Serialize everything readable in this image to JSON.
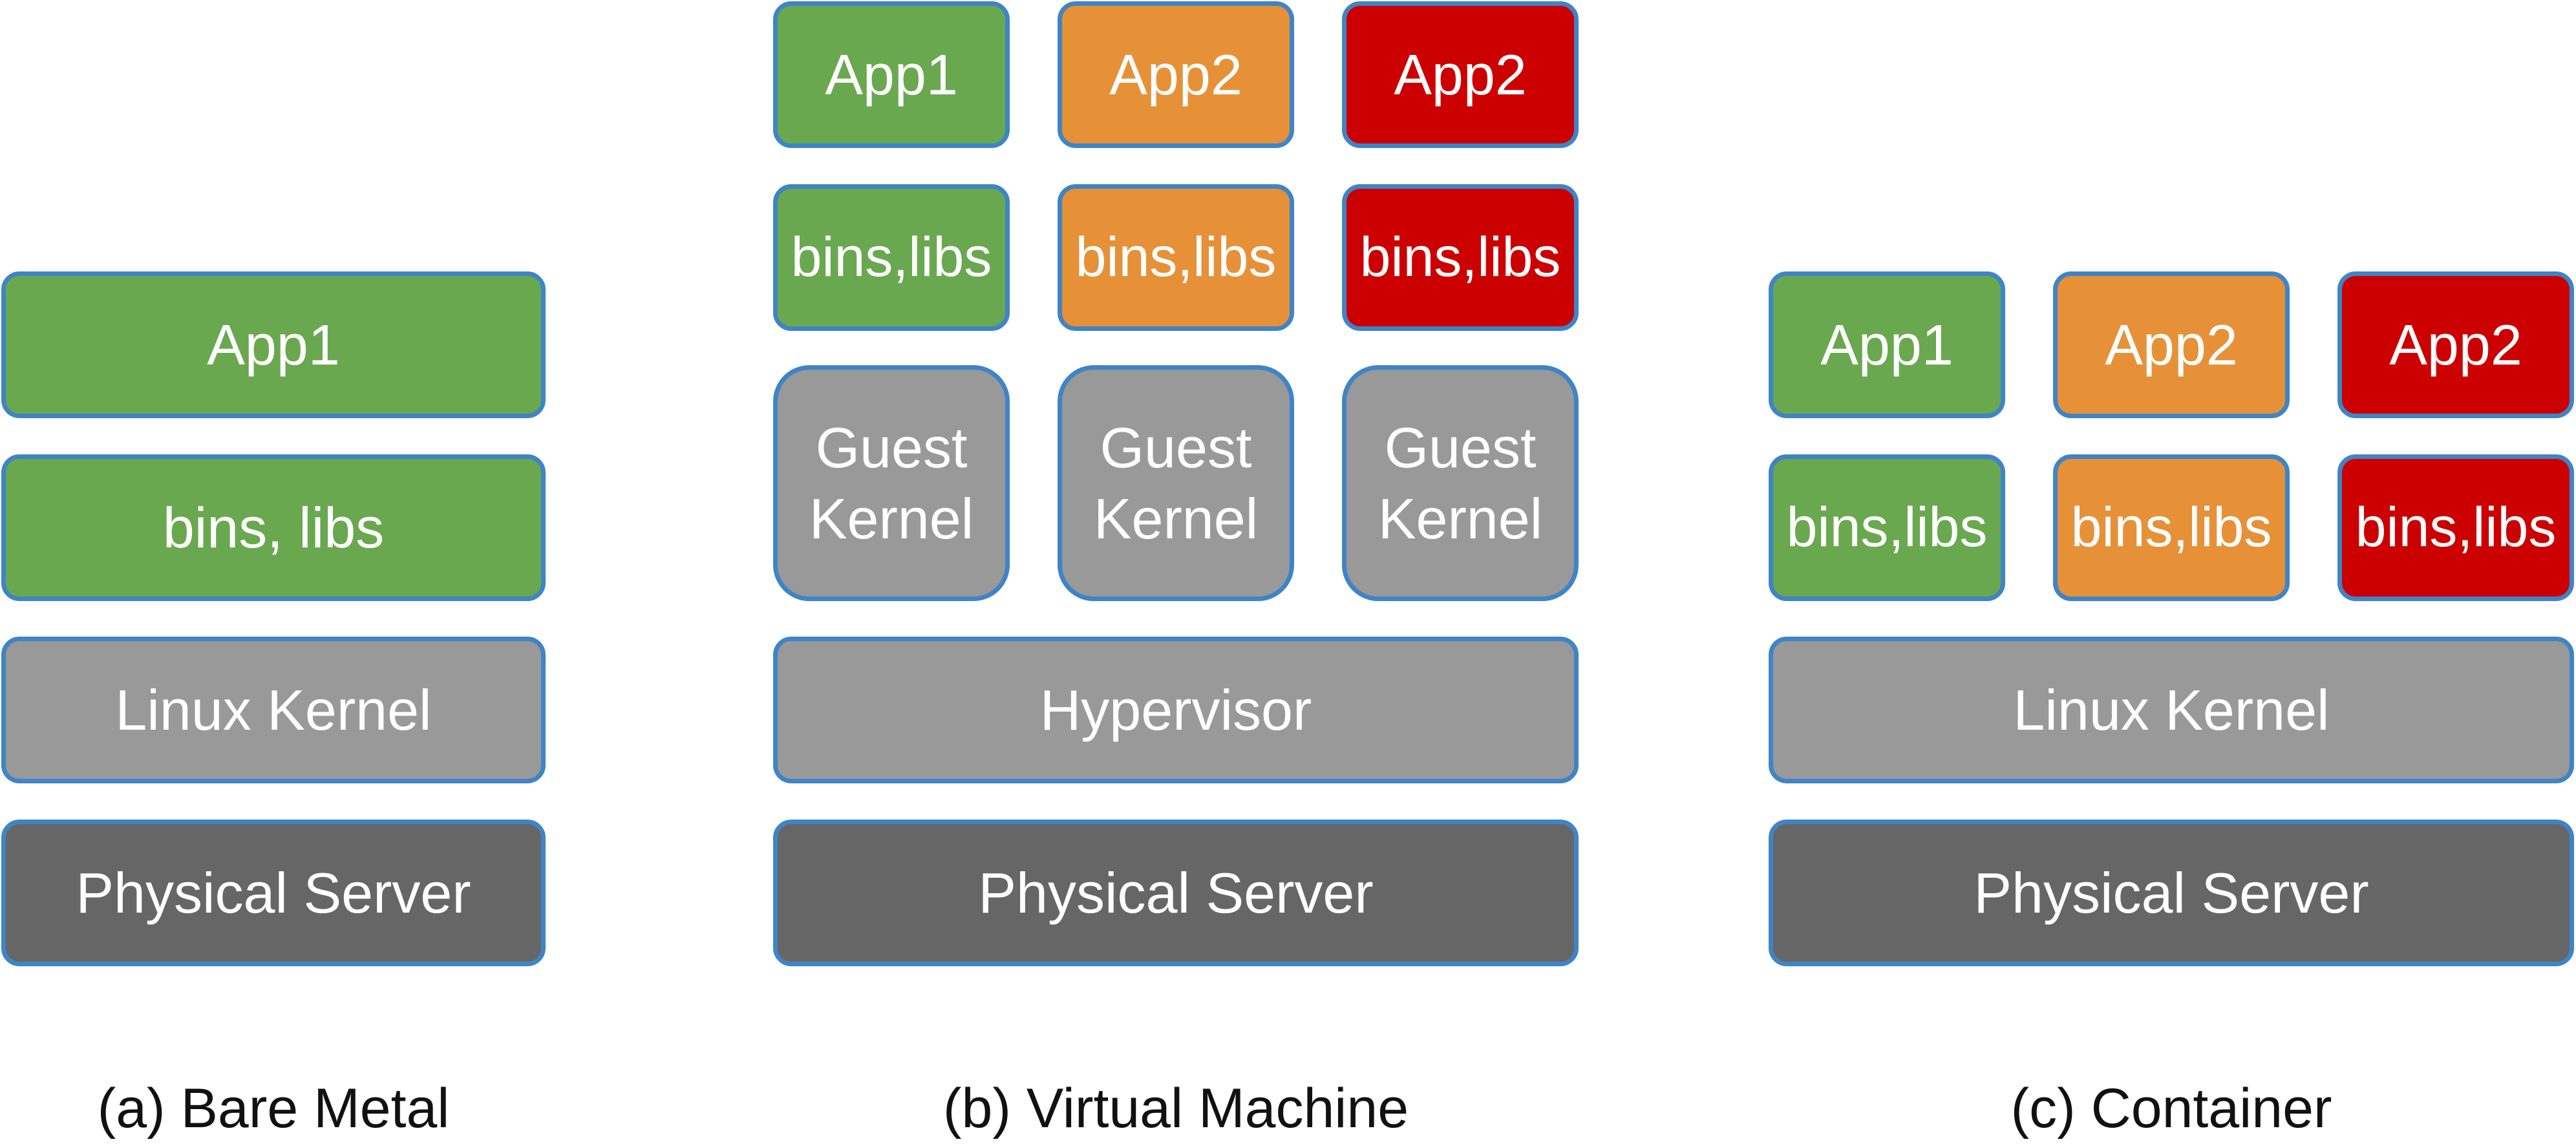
{
  "bare_metal": {
    "app": "App1",
    "libs": "bins, libs",
    "kernel": "Linux Kernel",
    "server": "Physical Server",
    "caption": "(a) Bare Metal"
  },
  "virtual_machine": {
    "apps": [
      "App1",
      "App2",
      "App2"
    ],
    "libs": [
      "bins,libs",
      "bins,libs",
      "bins,libs"
    ],
    "guest_kernels": [
      "Guest\nKernel",
      "Guest\nKernel",
      "Guest\nKernel"
    ],
    "hypervisor": "Hypervisor",
    "server": "Physical Server",
    "caption": "(b) Virtual Machine"
  },
  "container": {
    "apps": [
      "App1",
      "App2",
      "App2"
    ],
    "libs": [
      "bins,libs",
      "bins,libs",
      "bins,libs"
    ],
    "kernel": "Linux Kernel",
    "server": "Physical Server",
    "caption": "(c) Container"
  },
  "colors": {
    "border": "#3f84c6",
    "green": "#6aa84f",
    "orange": "#e69138",
    "red": "#cc0000",
    "grey": "#999999",
    "dark_grey": "#666666"
  }
}
